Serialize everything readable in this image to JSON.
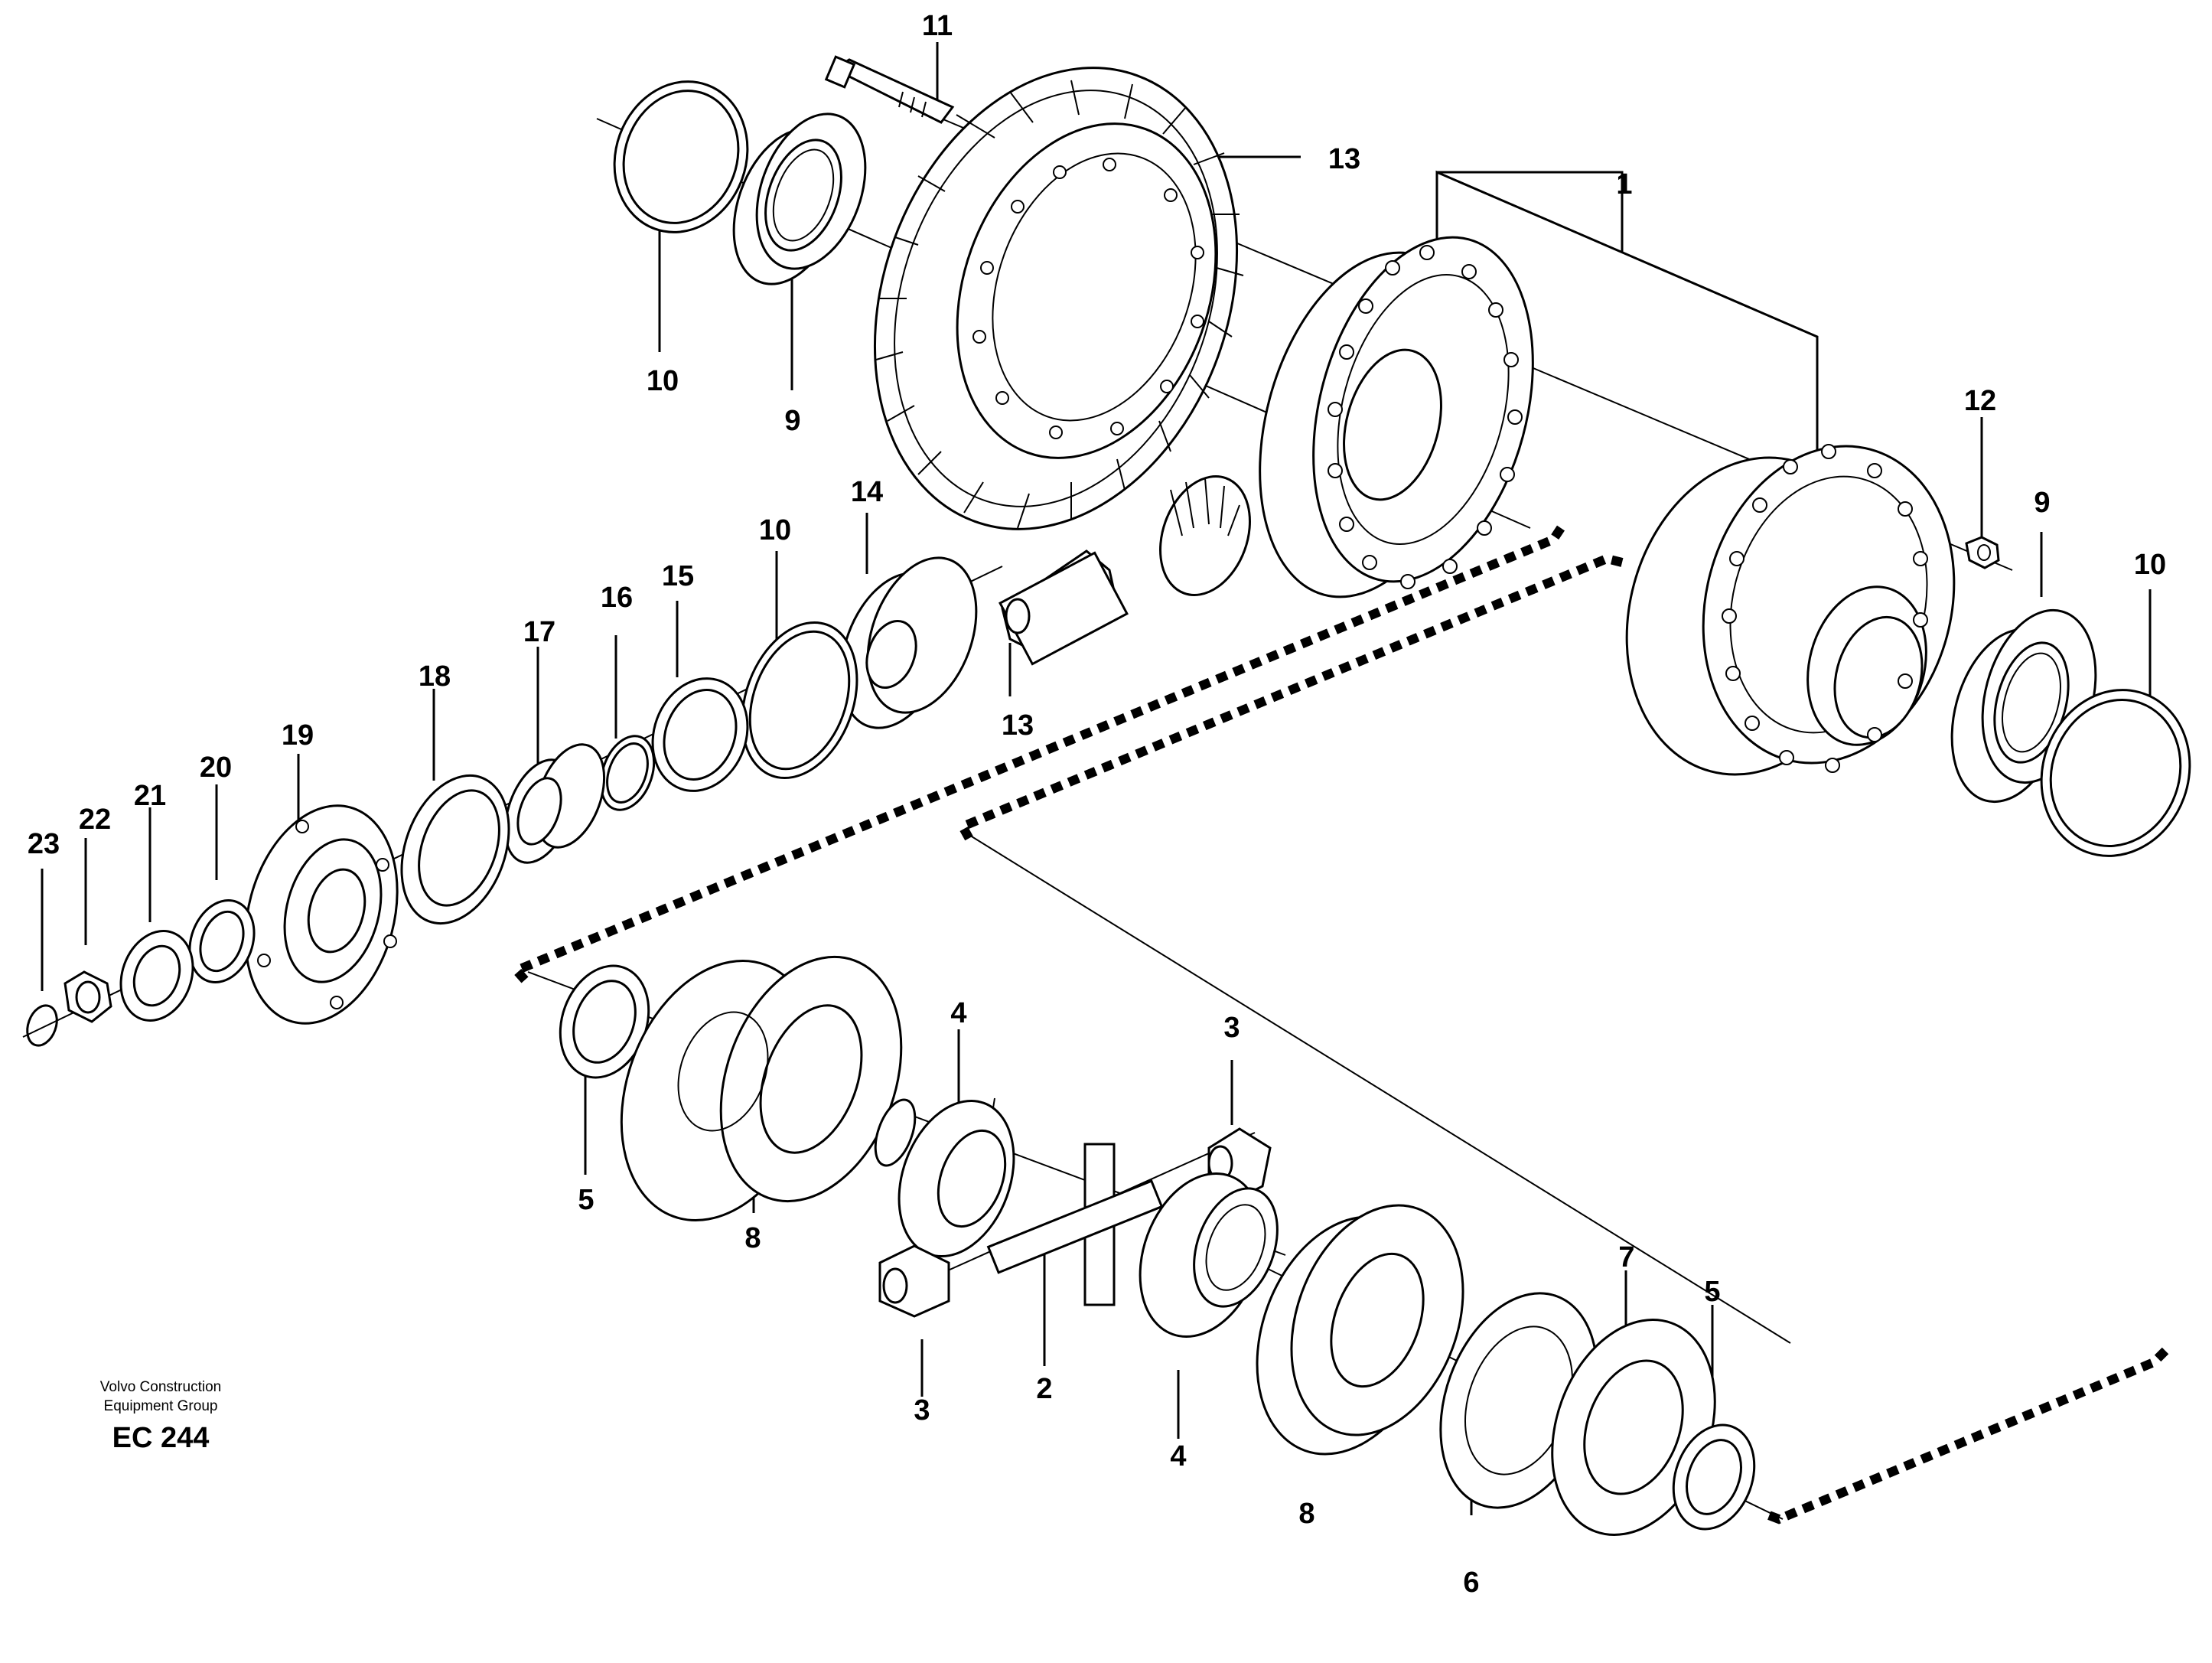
{
  "publisher": {
    "line1": "Volvo Construction",
    "line2": "Equipment Group",
    "code": "EC 244"
  },
  "labels": {
    "l1": "1",
    "l2": "2",
    "l3a": "3",
    "l3b": "3",
    "l4a": "4",
    "l4b": "4",
    "l5a": "5",
    "l5b": "5",
    "l6": "6",
    "l7": "7",
    "l8a": "8",
    "l8b": "8",
    "l9a": "9",
    "l9b": "9",
    "l10a": "10",
    "l10b": "10",
    "l10c": "10",
    "l11": "11",
    "l12": "12",
    "l13a": "13",
    "l13b": "13",
    "l14": "14",
    "l15": "15",
    "l16": "16",
    "l17": "17",
    "l18": "18",
    "l19": "19",
    "l20": "20",
    "l21": "21",
    "l22": "22",
    "l23": "23"
  }
}
